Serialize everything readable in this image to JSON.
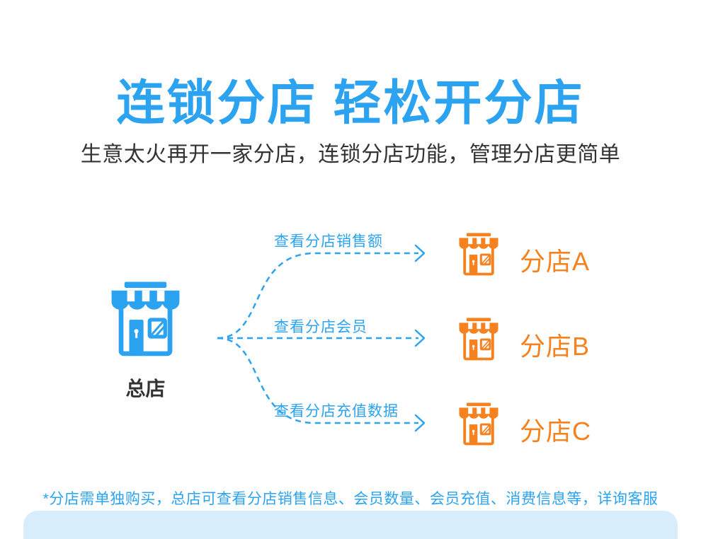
{
  "page": {
    "title": "连锁分店 轻松开分店",
    "subtitle": "生意太火再开一家分店，连锁分店功能，管理分店更简单",
    "footnote": "*分店需单独购买，总店可查看分店销售信息、会员数量、会员充值、消费信息等，详询客服"
  },
  "diagram": {
    "main_store": {
      "label": "总店",
      "icon": "store-icon"
    },
    "branches": [
      {
        "arrow_label": "查看分店销售额",
        "label": "分店A",
        "icon": "store-icon"
      },
      {
        "arrow_label": "查看分店会员",
        "label": "分店B",
        "icon": "store-icon"
      },
      {
        "arrow_label": "查看分店充值数据",
        "label": "分店C",
        "icon": "store-icon"
      }
    ]
  },
  "colors": {
    "accent_blue": "#2BA3F1",
    "accent_orange": "#F5811F",
    "text_dark": "#333333",
    "band_light_blue": "#D8EDFB"
  }
}
